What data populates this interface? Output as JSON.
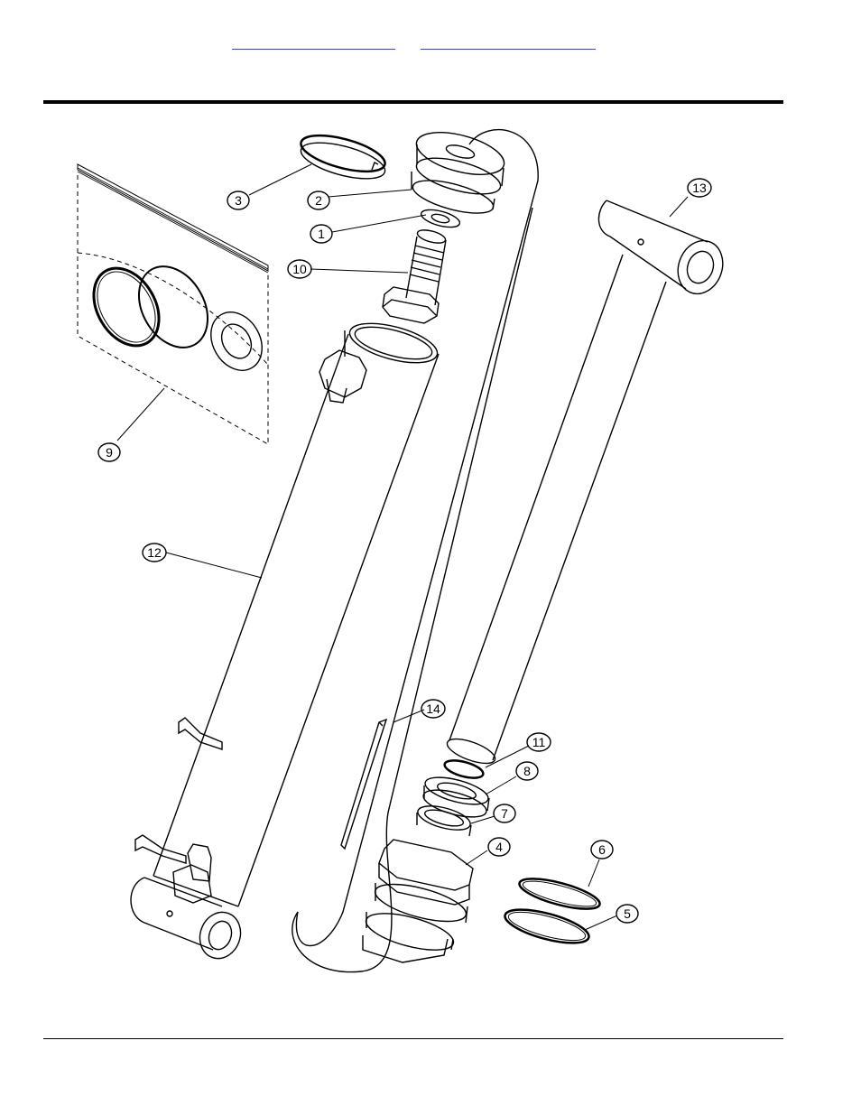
{
  "header": {
    "links": [
      {
        "label": ""
      },
      {
        "label": ""
      }
    ]
  },
  "diagram": {
    "callouts": [
      {
        "id": "c1",
        "label": "1"
      },
      {
        "id": "c2",
        "label": "2"
      },
      {
        "id": "c3",
        "label": "3"
      },
      {
        "id": "c4",
        "label": "4"
      },
      {
        "id": "c5",
        "label": "5"
      },
      {
        "id": "c6",
        "label": "6"
      },
      {
        "id": "c7",
        "label": "7"
      },
      {
        "id": "c8",
        "label": "8"
      },
      {
        "id": "c9",
        "label": "9"
      },
      {
        "id": "c10",
        "label": "10"
      },
      {
        "id": "c11",
        "label": "11"
      },
      {
        "id": "c12",
        "label": "12"
      },
      {
        "id": "c13",
        "label": "13"
      },
      {
        "id": "c14",
        "label": "14"
      }
    ]
  },
  "colors": {
    "link": "#3a3ae0",
    "ink": "#000000"
  }
}
